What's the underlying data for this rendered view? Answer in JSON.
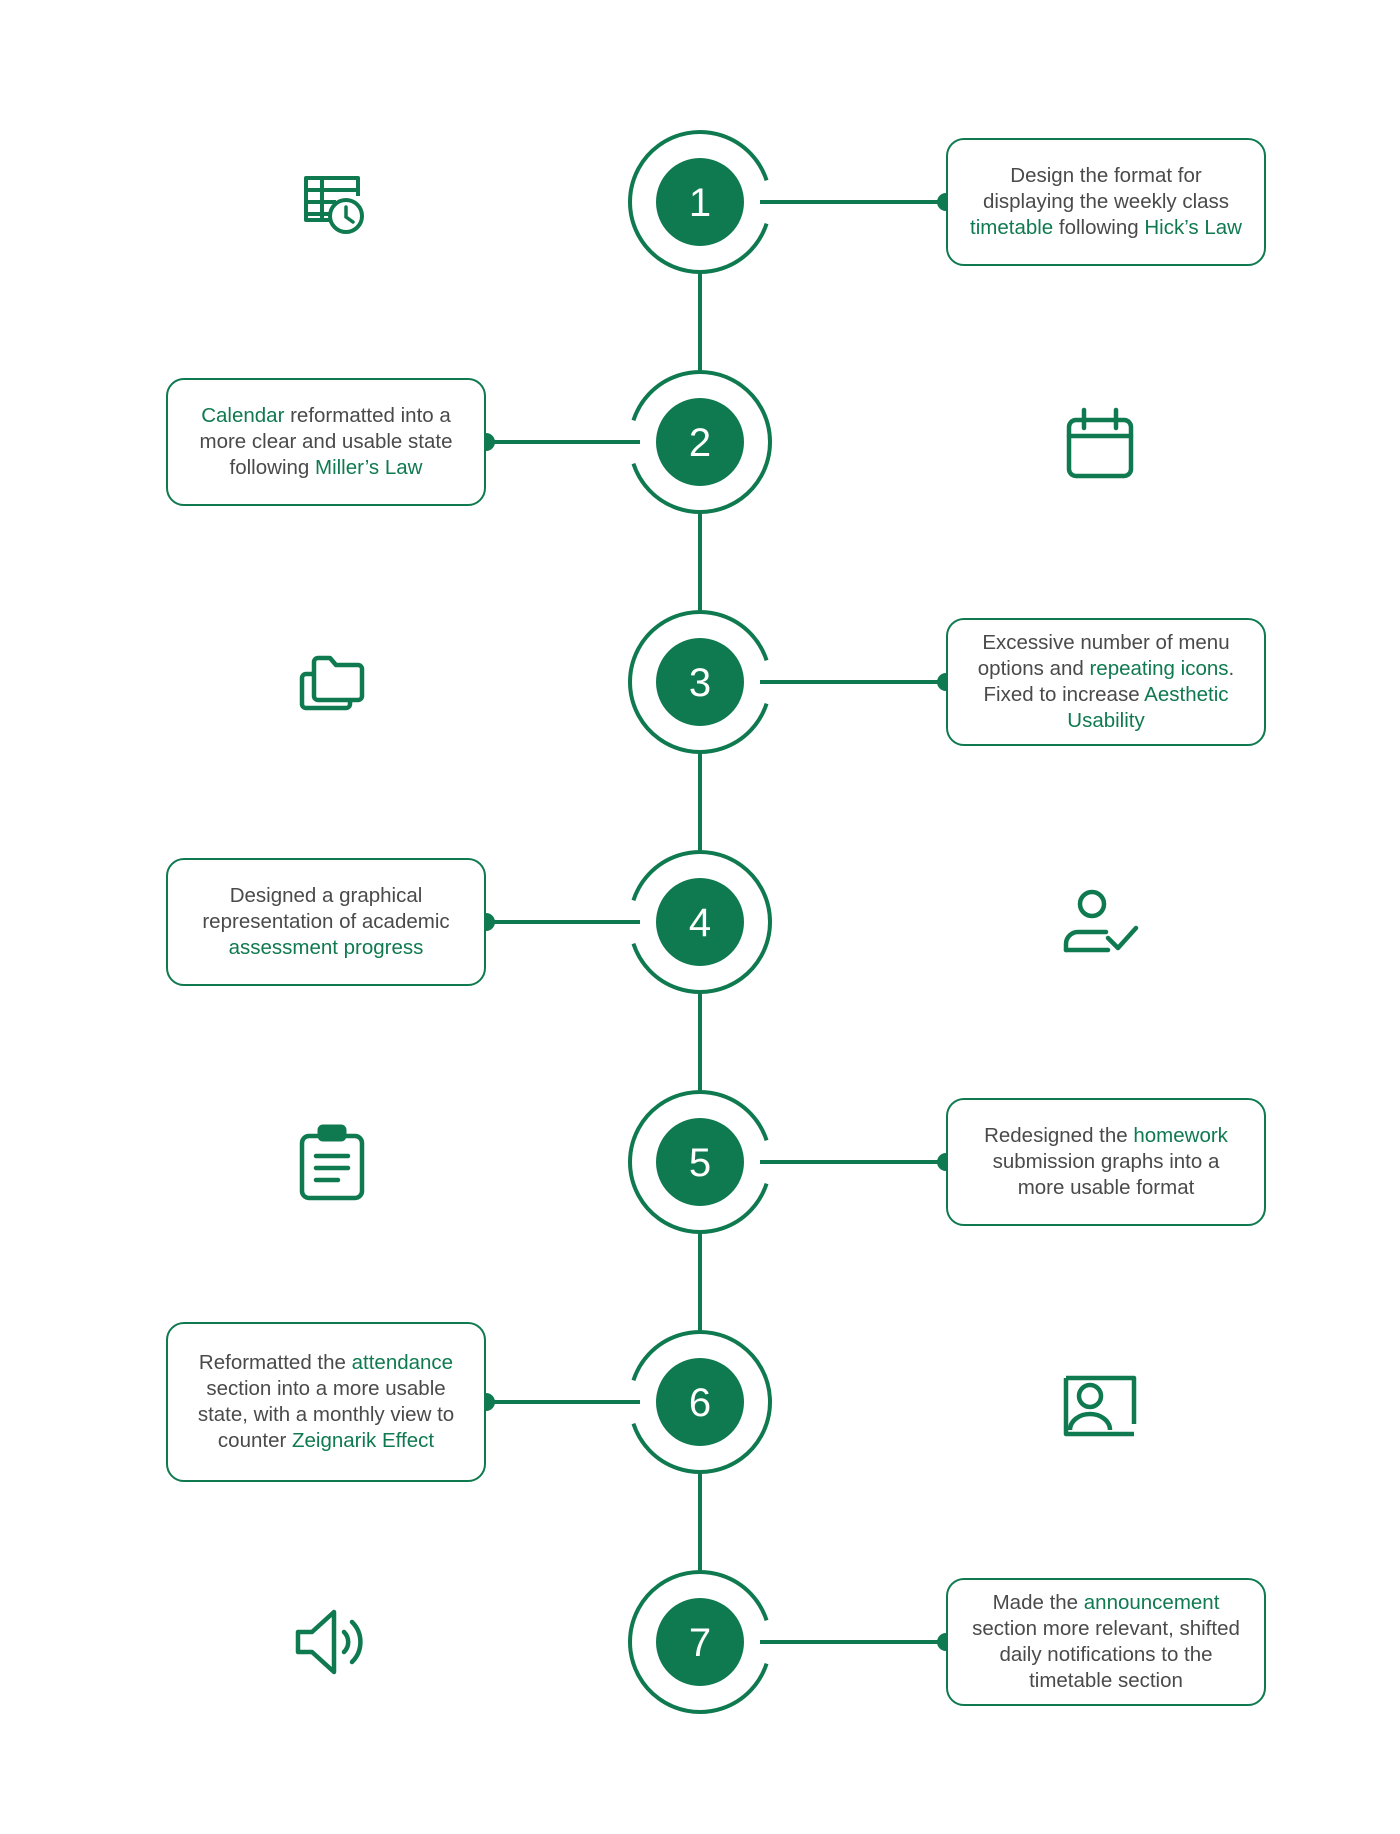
{
  "colors": {
    "accent": "#0f7a50",
    "text": "#4a4a4a",
    "background": "#ffffff"
  },
  "steps": [
    {
      "number": "1",
      "side": "right",
      "icon": "timetable-clock-icon",
      "text": [
        {
          "t": "Design the format for displaying the weekly class "
        },
        {
          "t": "timetable",
          "h": true
        },
        {
          "t": " following "
        },
        {
          "t": "Hick’s Law",
          "h": true
        }
      ]
    },
    {
      "number": "2",
      "side": "left",
      "icon": "calendar-icon",
      "text": [
        {
          "t": "Calendar",
          "h": true
        },
        {
          "t": " reformatted into a more clear and usable state following "
        },
        {
          "t": "Miller’s Law",
          "h": true
        }
      ]
    },
    {
      "number": "3",
      "side": "right",
      "icon": "folders-icon",
      "text": [
        {
          "t": "Excessive number of menu options and "
        },
        {
          "t": "repeating icons",
          "h": true
        },
        {
          "t": ". Fixed to increase "
        },
        {
          "t": "Aesthetic Usability",
          "h": true
        }
      ]
    },
    {
      "number": "4",
      "side": "left",
      "icon": "user-check-icon",
      "text": [
        {
          "t": "Designed a graphical representation of academic "
        },
        {
          "t": "assessment progress",
          "h": true
        }
      ]
    },
    {
      "number": "5",
      "side": "right",
      "icon": "clipboard-icon",
      "text": [
        {
          "t": "Redesigned the "
        },
        {
          "t": "homework",
          "h": true
        },
        {
          "t": " submission graphs into a more usable format"
        }
      ]
    },
    {
      "number": "6",
      "side": "left",
      "icon": "contact-card-icon",
      "text": [
        {
          "t": "Reformatted the "
        },
        {
          "t": "attendance",
          "h": true
        },
        {
          "t": " section into a more usable state, with a monthly view to counter "
        },
        {
          "t": "Zeignarik Effect",
          "h": true
        }
      ]
    },
    {
      "number": "7",
      "side": "right",
      "icon": "speaker-icon",
      "text": [
        {
          "t": "Made the "
        },
        {
          "t": "announcement",
          "h": true
        },
        {
          "t": " section more relevant, shifted daily notifications to the timetable section"
        }
      ]
    }
  ]
}
